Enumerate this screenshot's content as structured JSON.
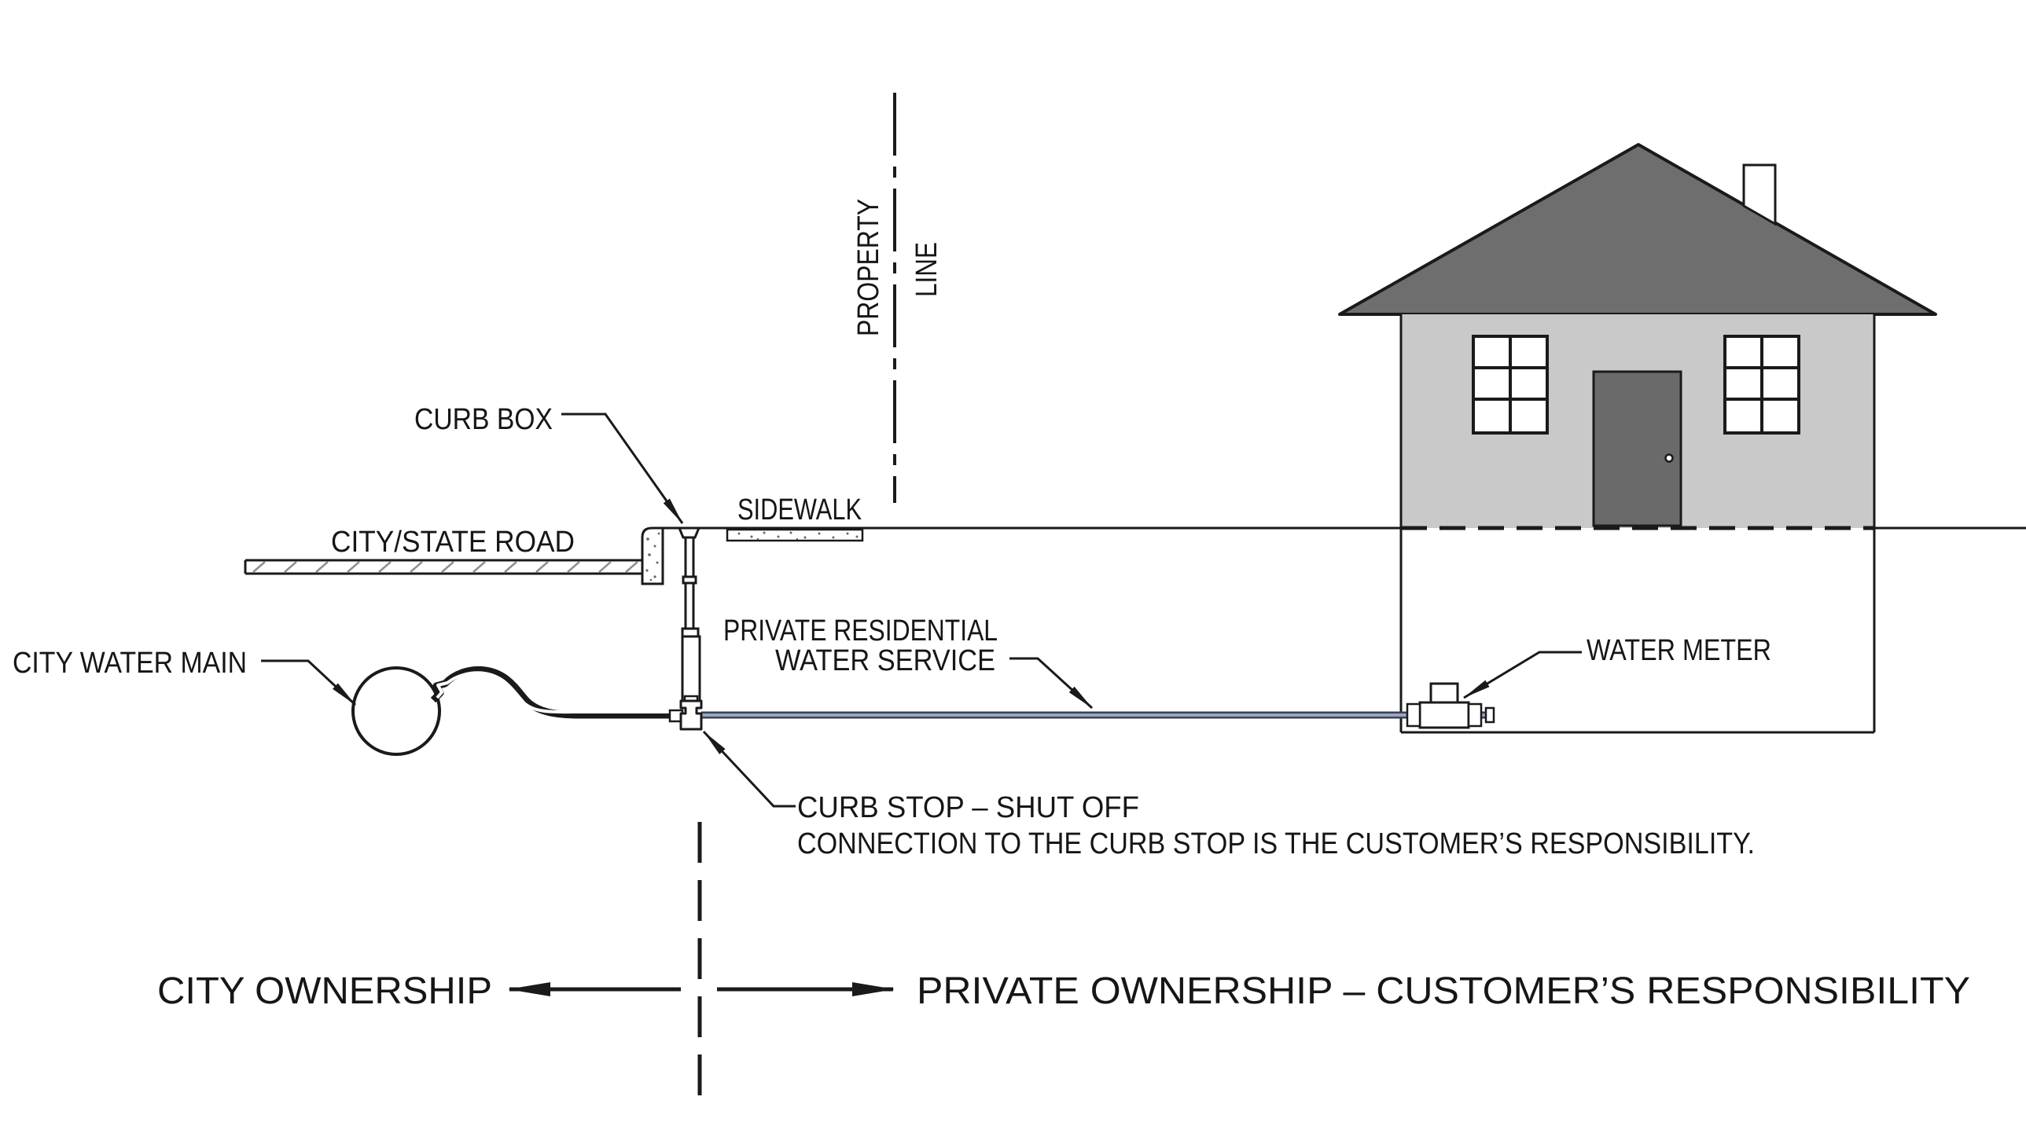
{
  "labels": {
    "property_line_word1": "PROPERTY",
    "property_line_word2": "LINE",
    "curb_box": "CURB BOX",
    "sidewalk": "SIDEWALK",
    "city_state_road": "CITY/STATE ROAD",
    "city_water_main": "CITY WATER MAIN",
    "private_service_line1": "PRIVATE RESIDENTIAL",
    "private_service_line2": "WATER SERVICE",
    "water_meter": "WATER METER",
    "curb_stop_line1": "CURB STOP – SHUT OFF",
    "curb_stop_line2": "CONNECTION TO THE CURB STOP IS THE CUSTOMER’S RESPONSIBILITY.",
    "city_ownership": "CITY OWNERSHIP",
    "private_ownership": "PRIVATE OWNERSHIP – CUSTOMER’S RESPONSIBILITY"
  },
  "colors": {
    "roof": "#6e6e6e",
    "wall": "#c9c9c9",
    "door": "#6a6a6a",
    "pipe_outer": "#3a4156",
    "pipe_inner": "#9aa5c0",
    "hatch": "#8f8f8f",
    "stipple": "#666666"
  }
}
